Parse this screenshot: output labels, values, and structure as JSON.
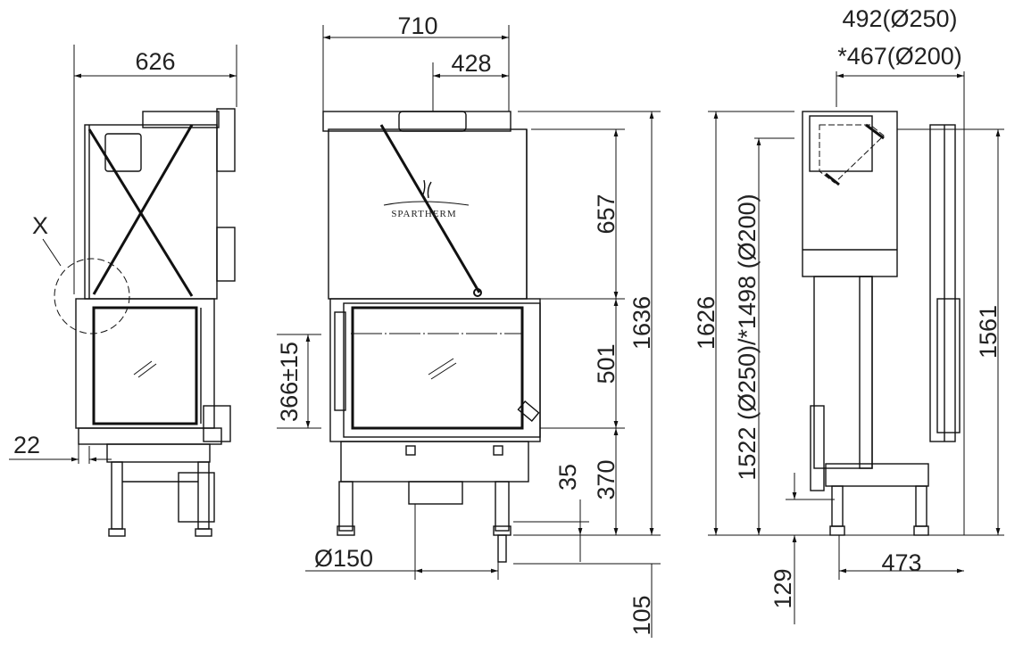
{
  "title": "Spartherm fireplace insert dimension drawing",
  "logo": "SPARTHERM",
  "left_view": {
    "width": "626",
    "offset": "22",
    "detail_label": "X"
  },
  "front_view": {
    "width": "710",
    "flue_offset": "428",
    "door_height": "366±15",
    "upper_height": "657",
    "glass_height": "501",
    "base_height": "370",
    "leg_adjust": "35",
    "total_height": "1636",
    "foot_extension": "105",
    "air_inlet": "Ø150"
  },
  "side_view": {
    "depth_250": "492(Ø250)",
    "depth_200": "*467(Ø200)",
    "height_1626": "1626",
    "flue_height": "1522 (Ø250)/*1498 (Ø200)",
    "height_1561": "1561",
    "leg_height": "129",
    "base_depth": "473"
  }
}
